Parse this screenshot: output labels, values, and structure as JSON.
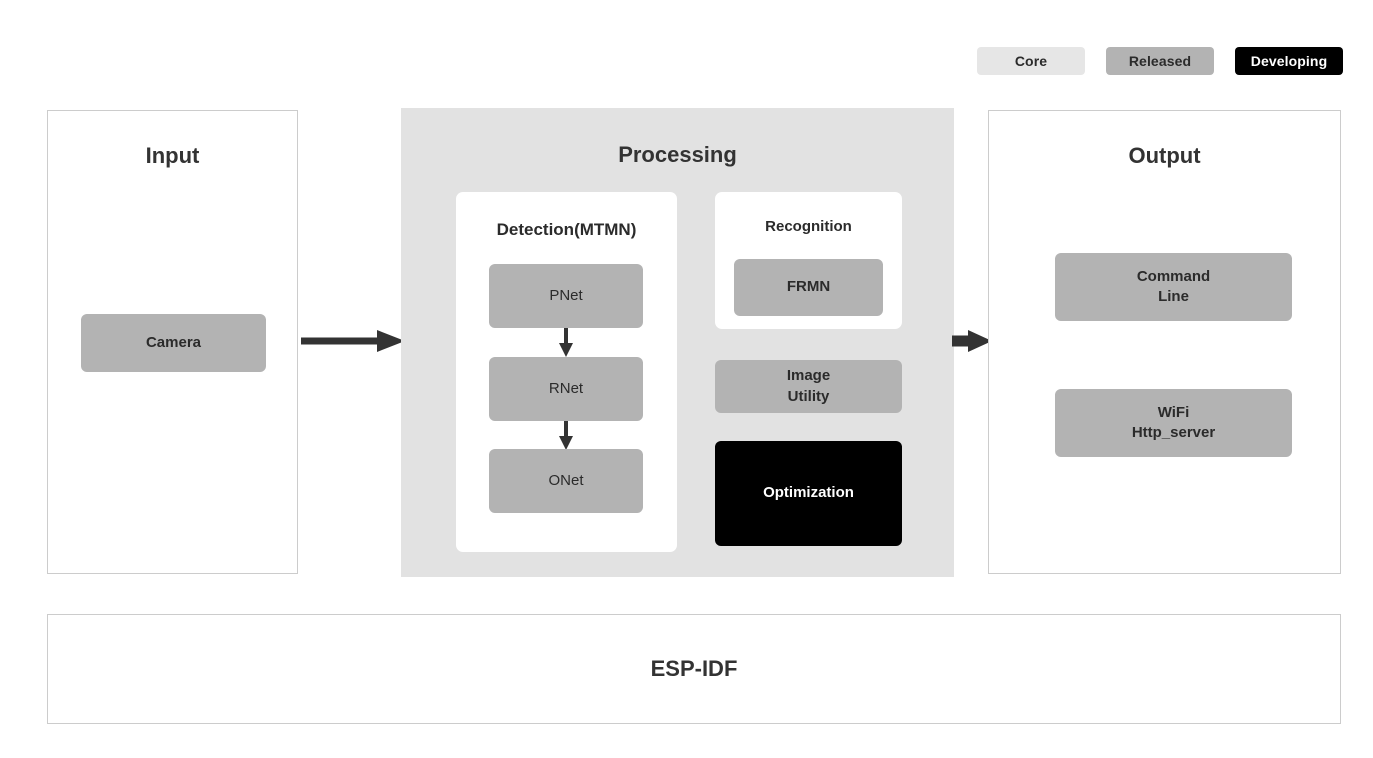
{
  "legend": {
    "items": [
      {
        "label": "Core",
        "color": "#e6e6e6",
        "text_color": "#2b2b2b"
      },
      {
        "label": "Released",
        "color": "#b3b3b3",
        "text_color": "#2b2b2b"
      },
      {
        "label": "Developing",
        "color": "#000000",
        "text_color": "#ffffff"
      }
    ]
  },
  "input": {
    "title": "Input",
    "nodes": [
      {
        "label": "Camera",
        "status": "Released"
      }
    ]
  },
  "processing": {
    "title": "Processing",
    "detection": {
      "title": "Detection(MTMN)",
      "nodes": [
        {
          "label": "PNet",
          "status": "Released"
        },
        {
          "label": "RNet",
          "status": "Released"
        },
        {
          "label": "ONet",
          "status": "Released"
        }
      ],
      "flow": "PNet -> RNet -> ONet"
    },
    "recognition": {
      "title": "Recognition",
      "nodes": [
        {
          "label": "FRMN",
          "status": "Released"
        }
      ]
    },
    "standalone_nodes": [
      {
        "label_line1": "Image",
        "label_line2": "Utility",
        "status": "Released"
      },
      {
        "label_line1": "Optimization",
        "label_line2": "",
        "status": "Developing"
      }
    ]
  },
  "output": {
    "title": "Output",
    "nodes": [
      {
        "label_line1": "Command",
        "label_line2": "Line",
        "status": "Released"
      },
      {
        "label_line1": "WiFi",
        "label_line2": "Http_server",
        "status": "Released"
      }
    ]
  },
  "foundation": {
    "label": "ESP-IDF"
  },
  "arrows": {
    "input_to_processing": "arrow-right",
    "processing_to_output": "arrow-right",
    "pnet_to_rnet": "arrow-down",
    "rnet_to_onet": "arrow-down"
  },
  "colors": {
    "panel_background": "#e2e2e2",
    "node_gray": "#b3b3b3",
    "node_black": "#000000",
    "border": "#cccccc",
    "arrow": "#333333"
  }
}
